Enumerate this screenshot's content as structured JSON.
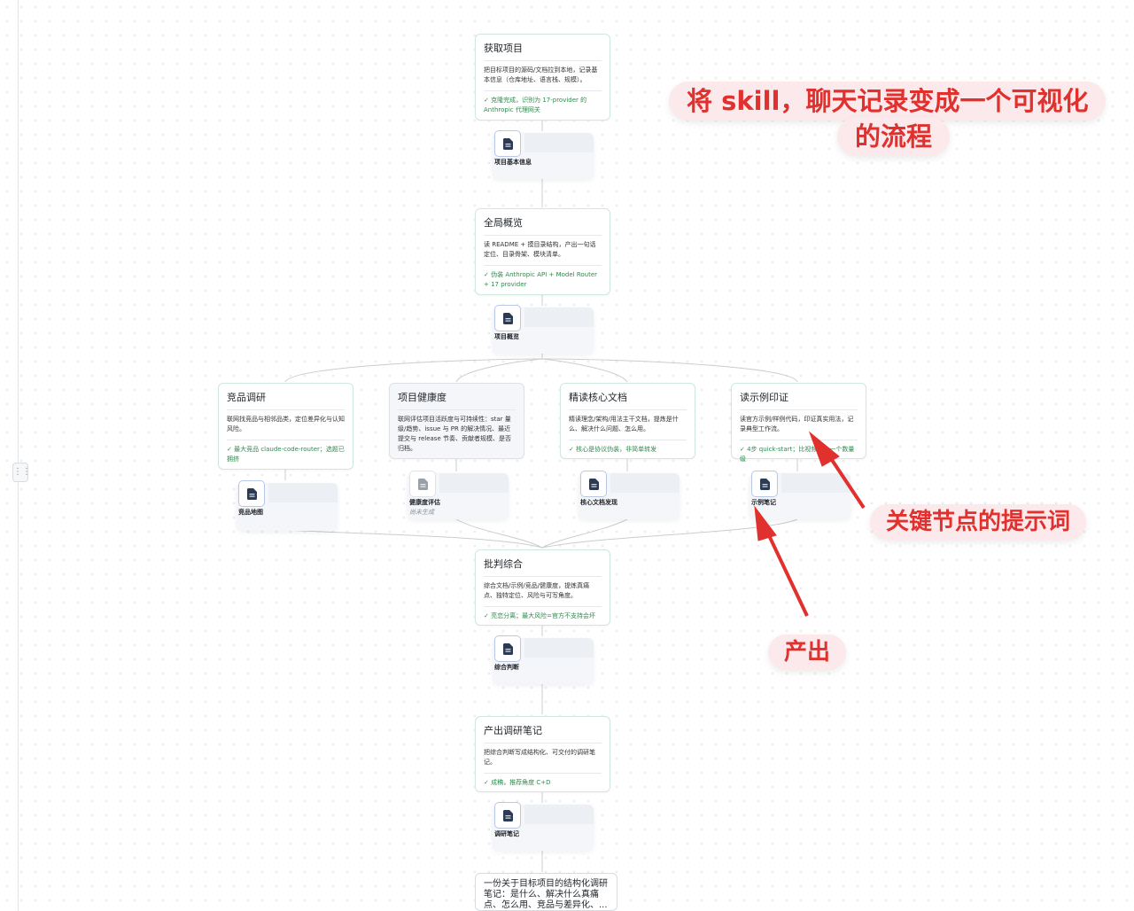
{
  "steps": [
    {
      "title": "获取项目",
      "desc": "把目标项目的源码/文档拉到本地，记录基本信息（仓库地址、语言栈、规模）。",
      "status": "✓ 克隆完成，识别为 17-provider 的 Anthropic 代理网关"
    },
    {
      "title": "全局概览",
      "desc": "读 README + 摸目录结构，产出一句话定位、目录骨架、模块清单。",
      "status": "✓ 伪装 Anthropic API + Model Router + 17 provider"
    },
    {
      "title": "竞品调研",
      "desc": "联网找竞品与相邻品类，定位差异化与认知风险。",
      "status": "✓ 最大竞品 claude-code-router；选题已拥挤"
    },
    {
      "title": "项目健康度",
      "desc": "联网评估项目活跃度与可持续性：star 量级/趋势、issue 与 PR 的解决情况、最近提交与 release 节奏、贡献者规模、是否归档。",
      "status": ""
    },
    {
      "title": "精读核心文档",
      "desc": "精读理念/架构/用法主干文档，提炼是什么、解决什么问题、怎么用。",
      "status": "✓ 核心是协议伪装，非简单转发"
    },
    {
      "title": "读示例印证",
      "desc": "读官方示例/样例代码，印证真实用法，记录典型工作流。",
      "status": "✓ 4步 quick-start；比视频复杂一个数量级"
    },
    {
      "title": "批判综合",
      "desc": "综合文档/示例/竞品/健康度，提炼真痛点、独特定位、风险与可写角度。",
      "status": "✓ 亮恋分离；最大风险=官方不支持会坏"
    },
    {
      "title": "产出调研笔记",
      "desc": "把综合判断写成结构化、可交付的调研笔记。",
      "status": "✓ 成稿，推荐角度 C+D"
    }
  ],
  "artifacts": [
    {
      "label": "项目基本信息",
      "sub": ""
    },
    {
      "label": "项目概览",
      "sub": ""
    },
    {
      "label": "竞品地图",
      "sub": ""
    },
    {
      "label": "健康度评估",
      "sub": "尚未生成"
    },
    {
      "label": "核心文档发现",
      "sub": ""
    },
    {
      "label": "示例笔记",
      "sub": ""
    },
    {
      "label": "综合判断",
      "sub": ""
    },
    {
      "label": "调研笔记",
      "sub": ""
    }
  ],
  "final": {
    "text": "一份关于目标项目的结构化调研笔记：是什么、解决什么真痛点、怎么用、竞品与差异化、..."
  },
  "callouts": {
    "main": "将 skill，聊天记录变成一个可视化的流程",
    "prompt": "关键节点的提示词",
    "output": "产出"
  },
  "colors": {
    "accent_red": "#e0312e",
    "status_green": "#2f8a4f",
    "card_border": "#cfe8dd",
    "doc_icon": "#2b3a55"
  }
}
